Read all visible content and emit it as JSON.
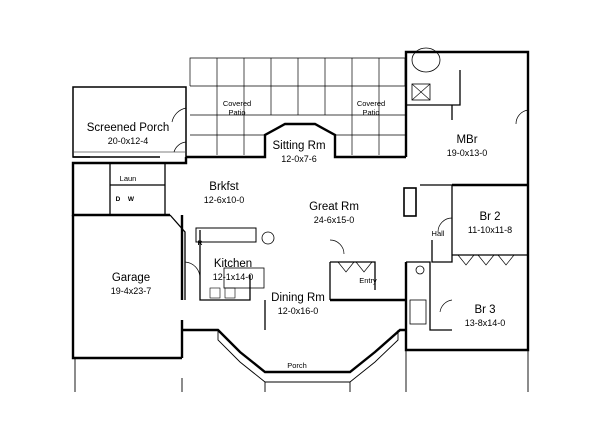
{
  "rooms": {
    "screened_porch": {
      "name": "Screened Porch",
      "dim": "20-0x12-4"
    },
    "covered_patio_left": {
      "name": "Covered",
      "sub": "Patio"
    },
    "covered_patio_right": {
      "name": "Covered",
      "sub": "Patio"
    },
    "sitting": {
      "name": "Sitting Rm",
      "dim": "12-0x7-6"
    },
    "mbr": {
      "name": "MBr",
      "dim": "19-0x13-0"
    },
    "laun": {
      "name": "Laun"
    },
    "brkfst": {
      "name": "Brkfst",
      "dim": "12-6x10-0"
    },
    "great": {
      "name": "Great Rm",
      "dim": "24-6x15-0"
    },
    "br2": {
      "name": "Br 2",
      "dim": "11-10x11-8"
    },
    "hall": {
      "name": "Hall"
    },
    "kitchen": {
      "name": "Kitchen",
      "dim": "12-1x14-0"
    },
    "garage": {
      "name": "Garage",
      "dim": "19-4x23-7"
    },
    "dining": {
      "name": "Dining Rm",
      "dim": "12-0x16-0"
    },
    "entry": {
      "name": "Entry"
    },
    "br3": {
      "name": "Br 3",
      "dim": "13-8x14-0"
    },
    "porch": {
      "name": "Porch"
    }
  },
  "appliances": {
    "dryer": "D",
    "washer": "W",
    "refrigerator": "R"
  }
}
